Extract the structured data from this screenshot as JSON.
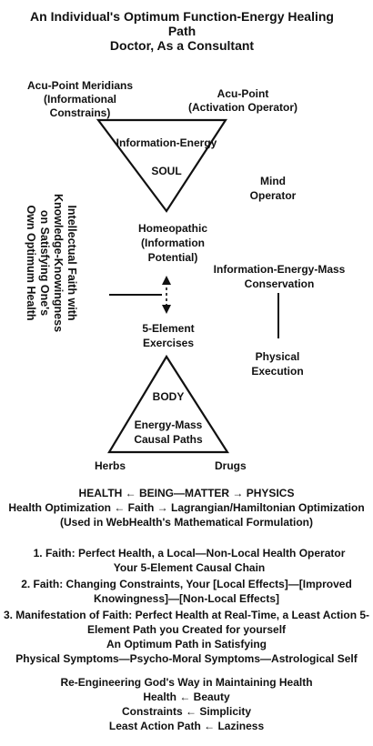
{
  "title": {
    "line1": "An Individual's Optimum Function-Energy Healing",
    "line2": "Path",
    "line3": "Doctor, As a Consultant"
  },
  "diagram": {
    "acu_point_meridians": [
      "Acu-Point Meridians",
      "(Informational",
      "Constrains)"
    ],
    "acu_point": [
      "Acu-Point",
      "(Activation Operator)"
    ],
    "soul_triangle": {
      "top_label": "Information-Energy",
      "center_label": "SOUL"
    },
    "mind_operator": [
      "Mind",
      "Operator"
    ],
    "intellectual_faith": [
      "Intellectual Faith with",
      "Knowledge-Knowingness",
      "on Satisfying One's",
      "Own Optimum Health"
    ],
    "homeopathic": [
      "Homeopathic",
      "(Information",
      "Potential)"
    ],
    "conservation": [
      "Information-Energy-Mass",
      "Conservation"
    ],
    "five_element": [
      "5-Element",
      "Exercises"
    ],
    "physical_execution": [
      "Physical",
      "Execution"
    ],
    "body_triangle": {
      "center_label": "BODY",
      "bottom_label": [
        "Energy-Mass",
        "Causal Paths"
      ]
    },
    "herbs": "Herbs",
    "drugs": "Drugs"
  },
  "bottom": {
    "health_line": "HEALTH ← BEING—MATTER → PHYSICS",
    "optimization_line": "Health Optimization ← Faith → Lagrangian/Hamiltonian Optimization",
    "used_line": "(Used in WebHealth's Mathematical Formulation)",
    "item1": [
      "1.   Faith: Perfect Health, a Local—Non-Local Health Operator",
      "Your 5-Element Causal Chain"
    ],
    "item2": [
      "2. Faith: Changing Constraints, Your [Local Effects]—[Improved",
      "Knowingness]—[Non-Local Effects]"
    ],
    "item3": [
      "3.  Manifestation of Faith: Perfect Health at Real-Time, a Least Action 5-",
      "Element Path you Created for yourself",
      "An Optimum Path in Satisfying",
      "Physical Symptoms—Psycho-Moral Symptoms—Astrological Self"
    ],
    "reengineering": [
      "Re-Engineering God's Way in Maintaining Health",
      "Health ← Beauty",
      "Constraints ← Simplicity",
      "Least Action Path ← Laziness"
    ]
  }
}
